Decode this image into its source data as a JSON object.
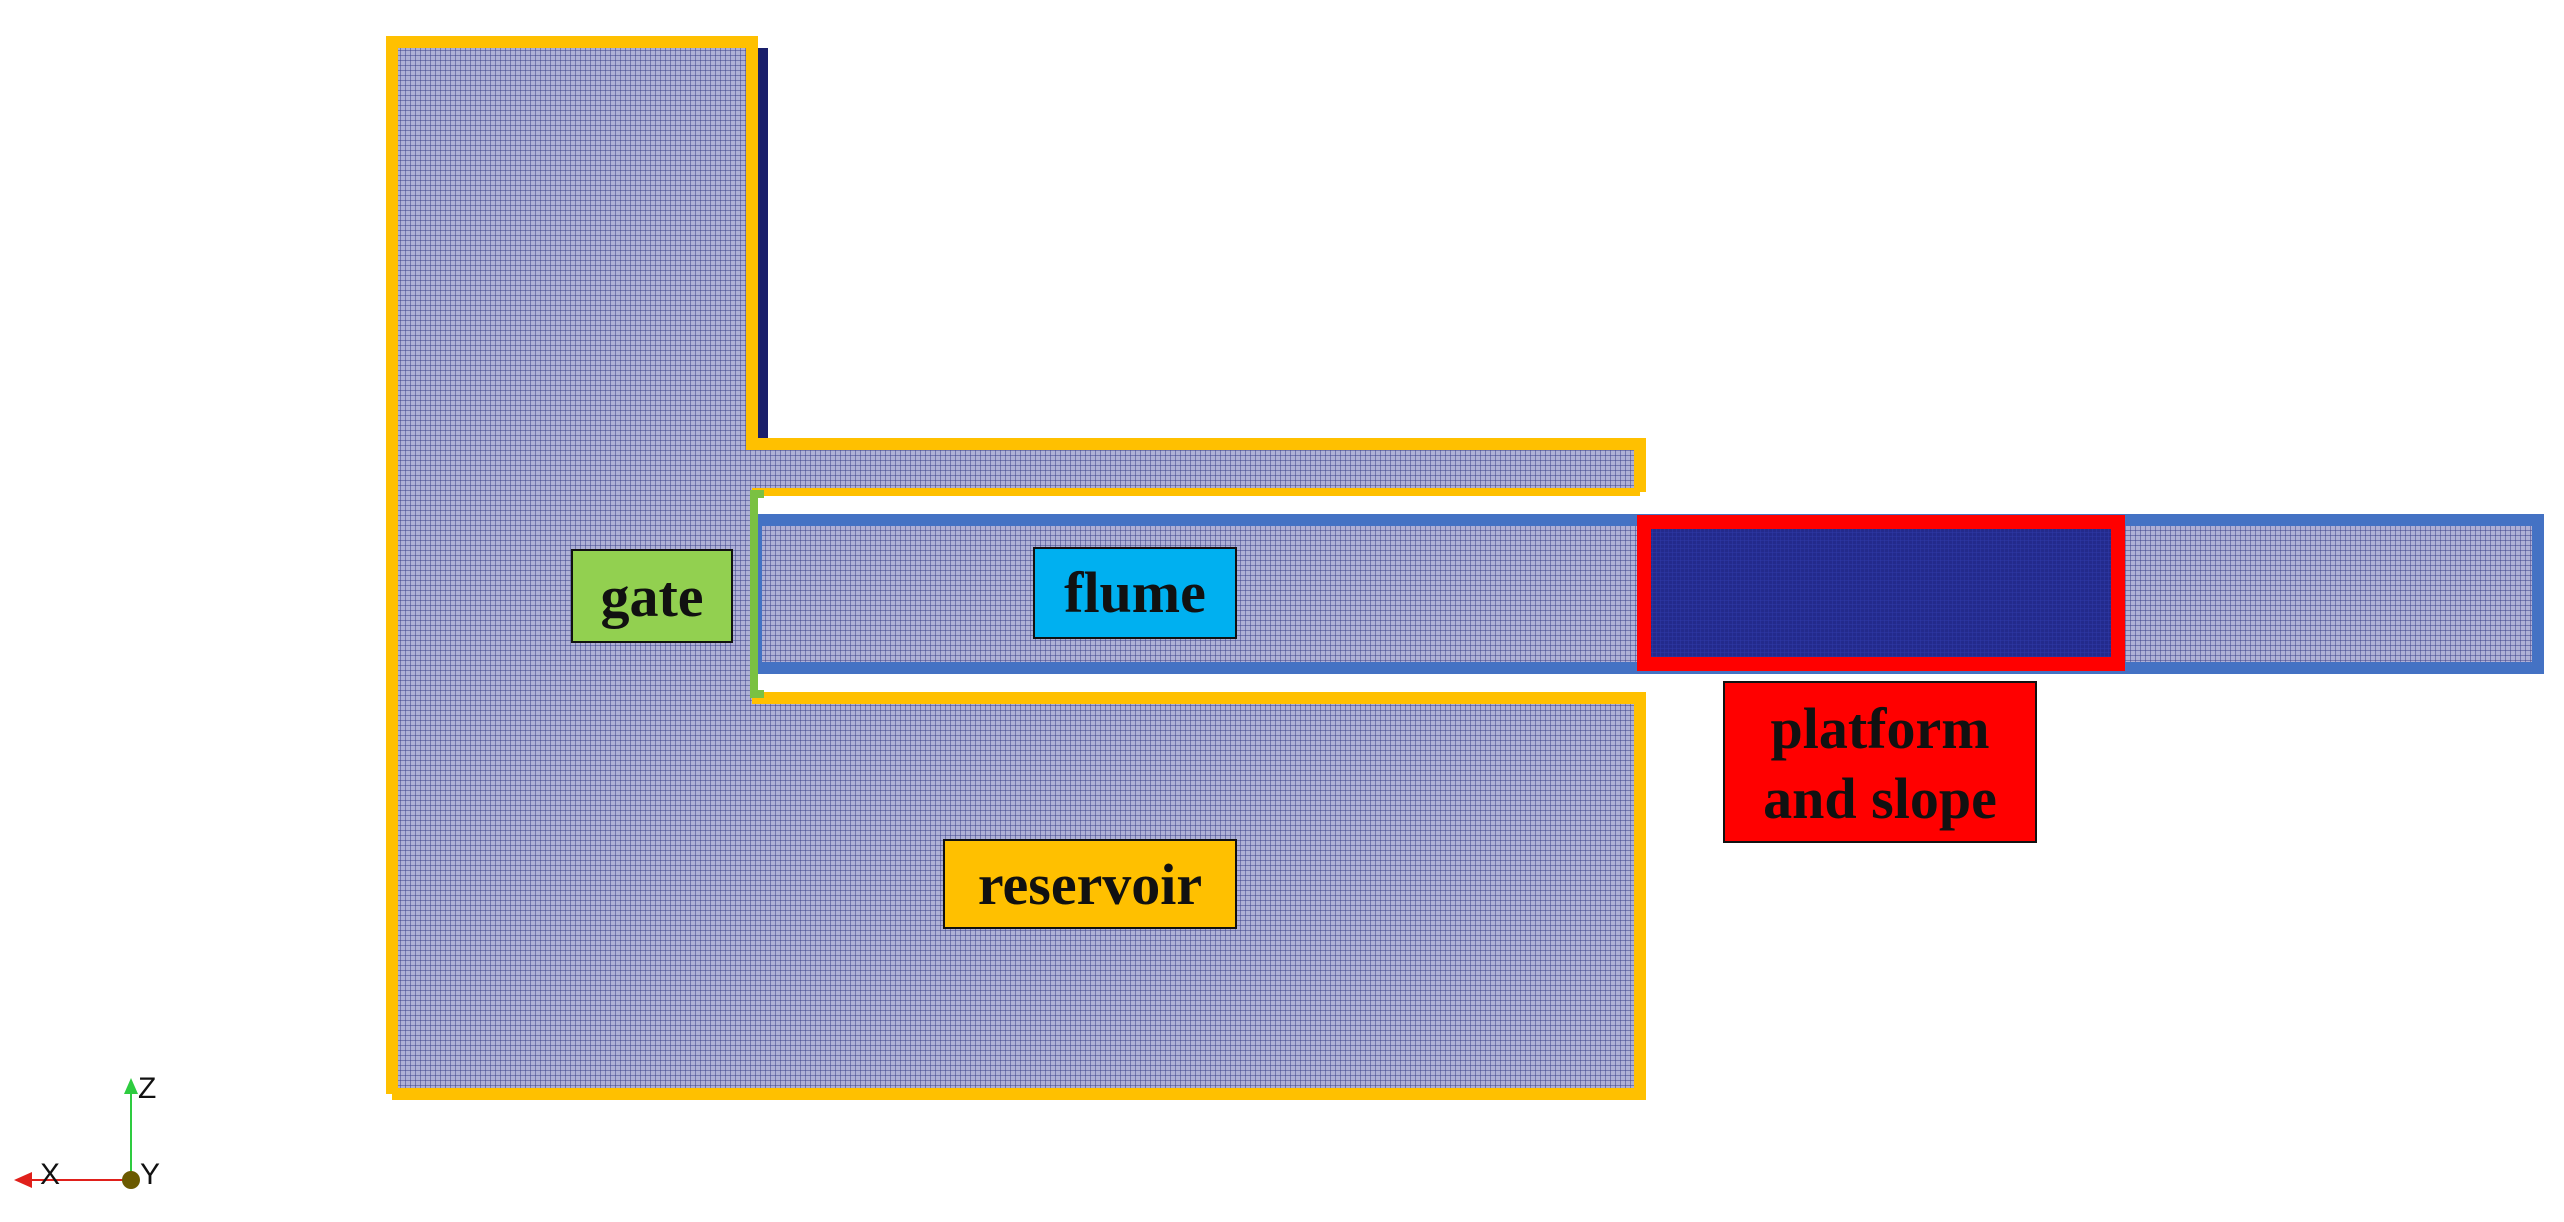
{
  "labels": {
    "gate": "gate",
    "flume": "flume",
    "platform_line1": "platform",
    "platform_line2": "and slope",
    "reservoir": "reservoir"
  },
  "axes": {
    "z": "Z",
    "x": "X",
    "y": "Y"
  },
  "colors": {
    "mesh_fill": "#aeb0d6",
    "mesh_line": "#3a3f8a",
    "reservoir_outline": "#ffc000",
    "flume_outline": "#4472c4",
    "gate_outline": "#7ac142",
    "platform_outline": "#ff0000",
    "platform_fill": "#222a8a",
    "gate_label_bg": "#92d050",
    "flume_label_bg": "#00b0f0",
    "platform_label_bg": "#ff0000",
    "reservoir_label_bg": "#ffc000",
    "axis_z": "#2ecc40",
    "axis_x": "#e0201b",
    "axis_y": "#6b5a00"
  }
}
